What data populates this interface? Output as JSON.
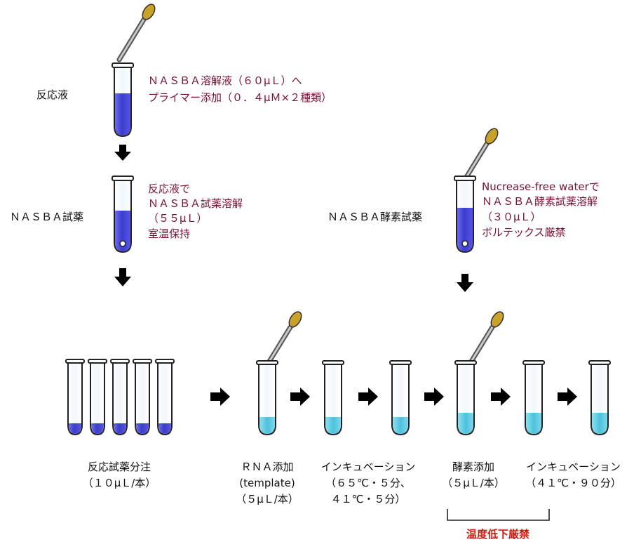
{
  "step1": {
    "label": "反応液",
    "note_line1": "ＮＡＳＢＡ溶解液（６０μＬ）へ",
    "note_line2": "プライマー添加（０．４μＭ×２種類）"
  },
  "step2": {
    "label": "ＮＡＳＢＡ試薬",
    "note_line1": "反応液で",
    "note_line2": "ＮＡＳＢＡ試薬溶解",
    "note_line3": "（５５μＬ）",
    "note_line4": "室温保持"
  },
  "enzyme": {
    "label": "ＮＡＳＢＡ酵素試薬",
    "note_line1": "Nucrease-free waterで",
    "note_line2": "ＮＡＳＢＡ酵素試薬溶解",
    "note_line3": "（３０μＬ）",
    "note_line4": "ボルテックス厳禁"
  },
  "bottom": {
    "dispense_line1": "反応試薬分注",
    "dispense_line2": "（１０μＬ/本）",
    "rna_line1": "ＲＮＡ添加",
    "rna_line2": "(template)",
    "rna_line3": "（５μＬ/本）",
    "incub1_line1": "インキュベーション",
    "incub1_line2": "（６５℃・５分、",
    "incub1_line3": "４１℃・５分）",
    "enzyme_add_line1": "酵素添加",
    "enzyme_add_line2": "（５μＬ/本）",
    "incub2_line1": "インキュベーション",
    "incub2_line2": "（４１℃・９０分）",
    "warning": "温度低下厳禁"
  },
  "colors": {
    "blue_liquid": "#4a4ad8",
    "cyan_liquid": "#5ac8e0",
    "note_text": "#7a1030",
    "warning_text": "#d01a10",
    "dropper_bulb": "#c9a22a"
  }
}
